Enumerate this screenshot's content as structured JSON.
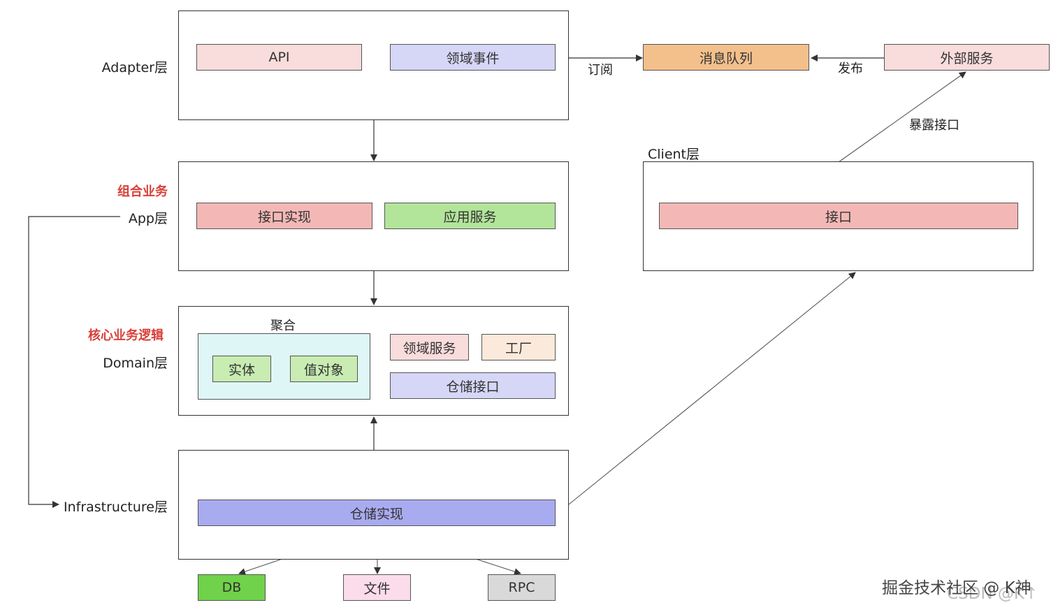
{
  "layer_labels": {
    "adapter": "Adapter层",
    "app": "App层",
    "domain": "Domain层",
    "infrastructure": "Infrastructure层",
    "client": "Client层",
    "combine_business": "组合业务",
    "core_business": "核心业务逻辑"
  },
  "adapter_layer": {
    "api": "API",
    "domain_event": "领域事件"
  },
  "app_layer": {
    "interface_impl": "接口实现",
    "app_service": "应用服务"
  },
  "domain_layer": {
    "aggregate": "聚合",
    "entity": "实体",
    "value_object": "值对象",
    "domain_service": "领域服务",
    "factory": "工厂",
    "repository_interface": "仓储接口"
  },
  "infrastructure_layer": {
    "repository_impl": "仓储实现"
  },
  "storage": {
    "db": "DB",
    "file": "文件",
    "rpc": "RPC"
  },
  "external": {
    "message_queue": "消息队列",
    "external_service": "外部服务",
    "client_interface": "接口"
  },
  "edge_labels": {
    "subscribe": "订阅",
    "publish": "发布",
    "expose": "暴露接口"
  },
  "watermark": {
    "main": "掘金技术社区 @ K神",
    "faint": "CSDN @K↑"
  },
  "colors": {
    "pink": "#f9dcdc",
    "lavender": "#d6d6f7",
    "orange": "#f3c08c",
    "rose": "#f3b8b6",
    "green_light": "#b2e59a",
    "aqua": "#dff6f6",
    "green_box": "#c8ecb1",
    "peach": "#fbeadb",
    "periwinkle": "#a9abf0",
    "green_db": "#6fd24a",
    "pink_file": "#fbdcea",
    "gray_rpc": "#d9d9d9",
    "red_text": "#d9413a"
  }
}
